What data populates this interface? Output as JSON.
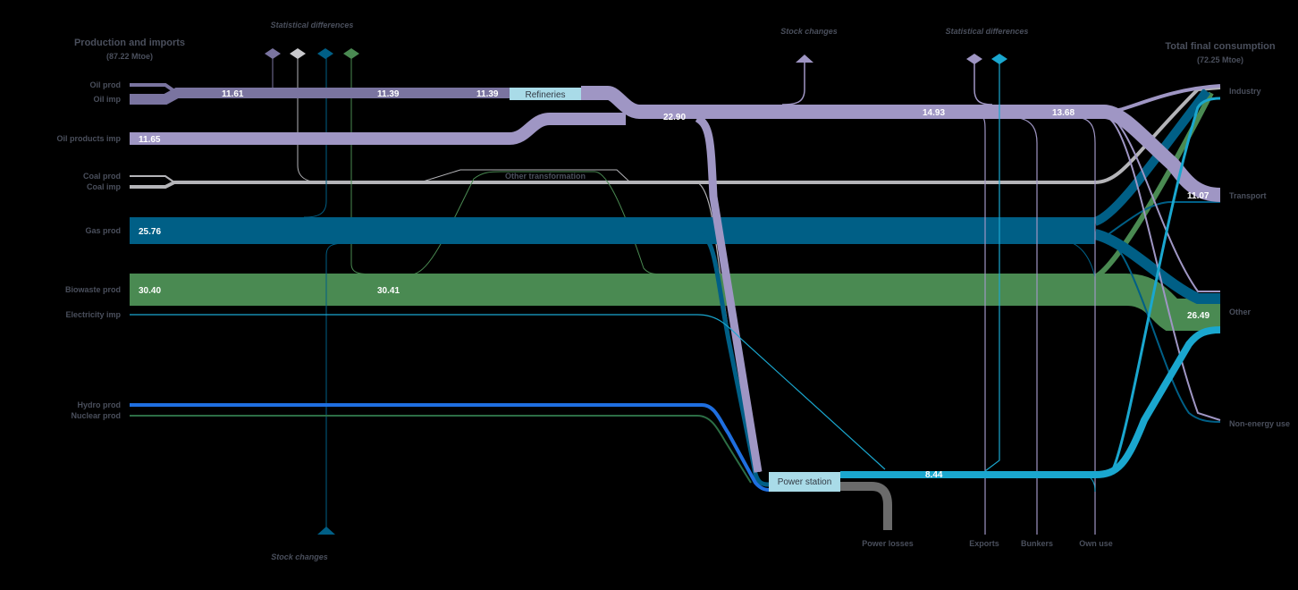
{
  "titles": {
    "left_title": "Production and imports",
    "left_subtitle": "(87.22 Mtoe)",
    "right_title": "Total final consumption",
    "right_subtitle": "(72.25 Mtoe)"
  },
  "source_labels": {
    "oil_prod": "Oil prod",
    "oil_imp": "Oil imp",
    "oil_products_imp": "Oil products imp",
    "coal_prod": "Coal prod",
    "coal_imp": "Coal imp",
    "gas_prod": "Gas prod",
    "biowaste_prod": "Biowaste prod",
    "electricity_imp": "Electricity imp",
    "hydro_prod": "Hydro prod",
    "nuclear_prod": "Nuclear prod"
  },
  "sink_labels": {
    "industry": "Industry",
    "transport": "Transport",
    "other": "Other",
    "non_energy_use": "Non-energy use"
  },
  "bottom_labels": {
    "power_losses": "Power losses",
    "exports": "Exports",
    "bunkers": "Bunkers",
    "own_use": "Own use"
  },
  "annotations": {
    "statistical_differences_left": "Statistical differences",
    "statistical_differences_right": "Statistical differences",
    "stock_changes_top": "Stock changes",
    "stock_changes_bottom": "Stock changes"
  },
  "nodes": {
    "refineries": "Refineries",
    "power_station": "Power station",
    "other_transformation": "Other transformation"
  },
  "values": {
    "oil_in": "11.61",
    "oil_mid": "11.39",
    "oil_ref": "11.39",
    "oil_products": "11.65",
    "oil_merged": "22.90",
    "oil_after_stock": "14.93",
    "oil_final": "13.68",
    "gas": "25.76",
    "biowaste_in": "30.40",
    "biowaste_mid": "30.41",
    "electricity": "8.44",
    "transport": "11.07",
    "other": "26.49"
  },
  "colors": {
    "background": "#000000",
    "oil": "#7a74a0",
    "oil_products": "#9f96c4",
    "coal": "#b4b4b8",
    "gas": "#005f86",
    "biowaste": "#4a8a52",
    "electricity": "#1aa7cf",
    "hydro": "#1f6fe0",
    "nuclear": "#2c6e45",
    "power_losses": "#6b6b6b",
    "node_box": "#a9dbe8",
    "text": "#4a4f5c"
  }
}
